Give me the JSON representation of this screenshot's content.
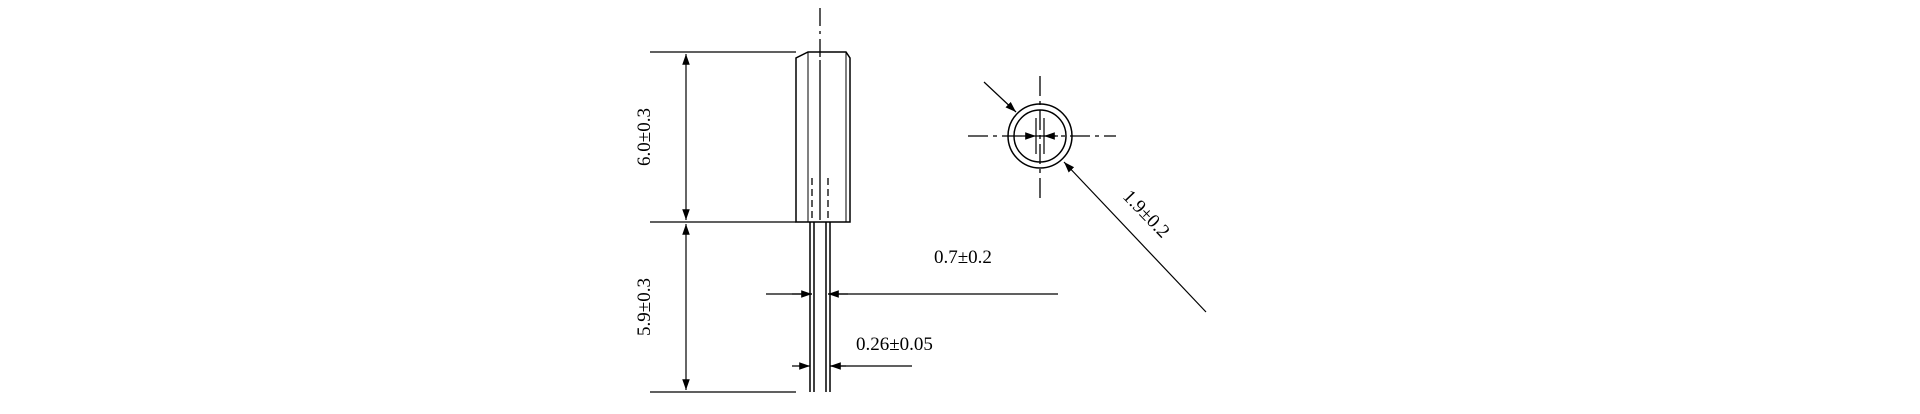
{
  "dimensions": {
    "body_length": "6.0±0.3",
    "lead_length": "5.9±0.3",
    "lead_pitch": "0.7±0.2",
    "lead_diameter": "0.26±0.05",
    "body_diameter": "1.9±0.2"
  }
}
